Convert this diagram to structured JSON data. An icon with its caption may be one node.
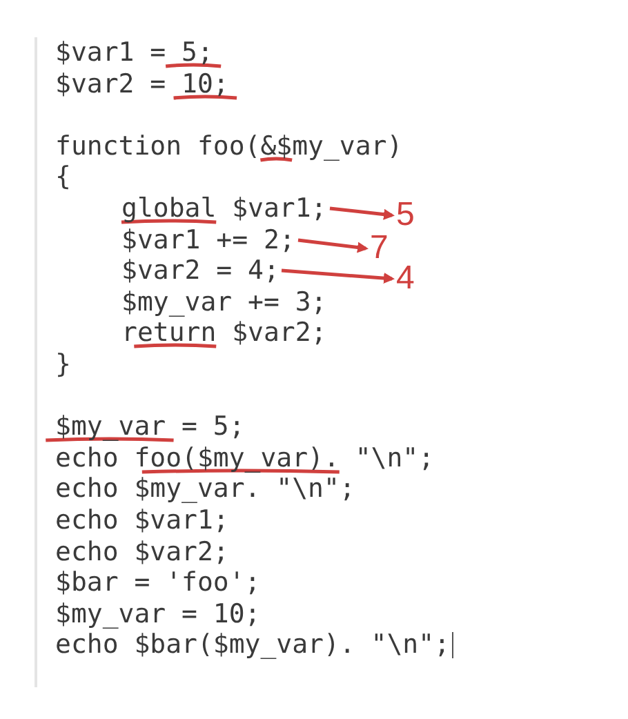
{
  "diagram": {
    "nodes": [
      {
        "text": [
          "global $var1;"
        ]
      },
      {
        "text": [
          "$var1 += 2;"
        ]
      },
      {
        "text": [
          "$var2 = 4;"
        ]
      },
      {
        "text": [
          "5"
        ]
      },
      {
        "text": [
          "7"
        ]
      },
      {
        "text": [
          "4"
        ]
      }
    ],
    "edges": [
      {
        "from": 0,
        "to": 3,
        "arrow": "to"
      },
      {
        "from": 1,
        "to": 4,
        "arrow": "to"
      },
      {
        "from": 2,
        "to": 5,
        "arrow": "to"
      }
    ],
    "labels": [
      "$var1 = 5;",
      "$var2 = 10;",
      "function foo(&$my_var)",
      "{",
      "$my_var += 3;",
      "return $var2;",
      "}",
      "$my_var = 5;",
      "echo foo($my_var). \"\\n\";",
      "echo $my_var. \"\\n\";",
      "echo $var1;",
      "echo $var2;",
      "$bar = 'foo';",
      "$my_var = 10;",
      "echo $bar($my_var). \"\\n\";"
    ]
  }
}
